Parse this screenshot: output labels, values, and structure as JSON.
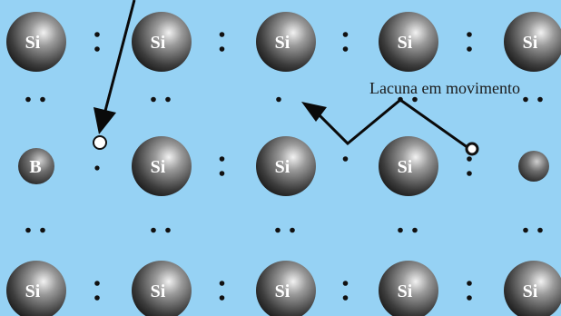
{
  "caption": "Lacuna em movimento",
  "atoms": [
    {
      "row": 0,
      "col": 0,
      "label": "Si"
    },
    {
      "row": 0,
      "col": 1,
      "label": "Si"
    },
    {
      "row": 0,
      "col": 2,
      "label": "Si"
    },
    {
      "row": 0,
      "col": 3,
      "label": "Si"
    },
    {
      "row": 0,
      "col": 4,
      "label": "Si"
    },
    {
      "row": 1,
      "col": 0,
      "label": "B"
    },
    {
      "row": 1,
      "col": 1,
      "label": "Si"
    },
    {
      "row": 1,
      "col": 2,
      "label": "Si"
    },
    {
      "row": 1,
      "col": 3,
      "label": "Si"
    },
    {
      "row": 1,
      "col": 4,
      "label": ""
    },
    {
      "row": 2,
      "col": 0,
      "label": "Si"
    },
    {
      "row": 2,
      "col": 1,
      "label": "Si"
    },
    {
      "row": 2,
      "col": 2,
      "label": "Si"
    },
    {
      "row": 2,
      "col": 3,
      "label": "Si"
    },
    {
      "row": 2,
      "col": 4,
      "label": "Si"
    }
  ],
  "colors": {
    "background": "#96d2f4",
    "electron": "#111111",
    "arrow": "#0a0a0a",
    "hole_fill": "#ffffff"
  }
}
